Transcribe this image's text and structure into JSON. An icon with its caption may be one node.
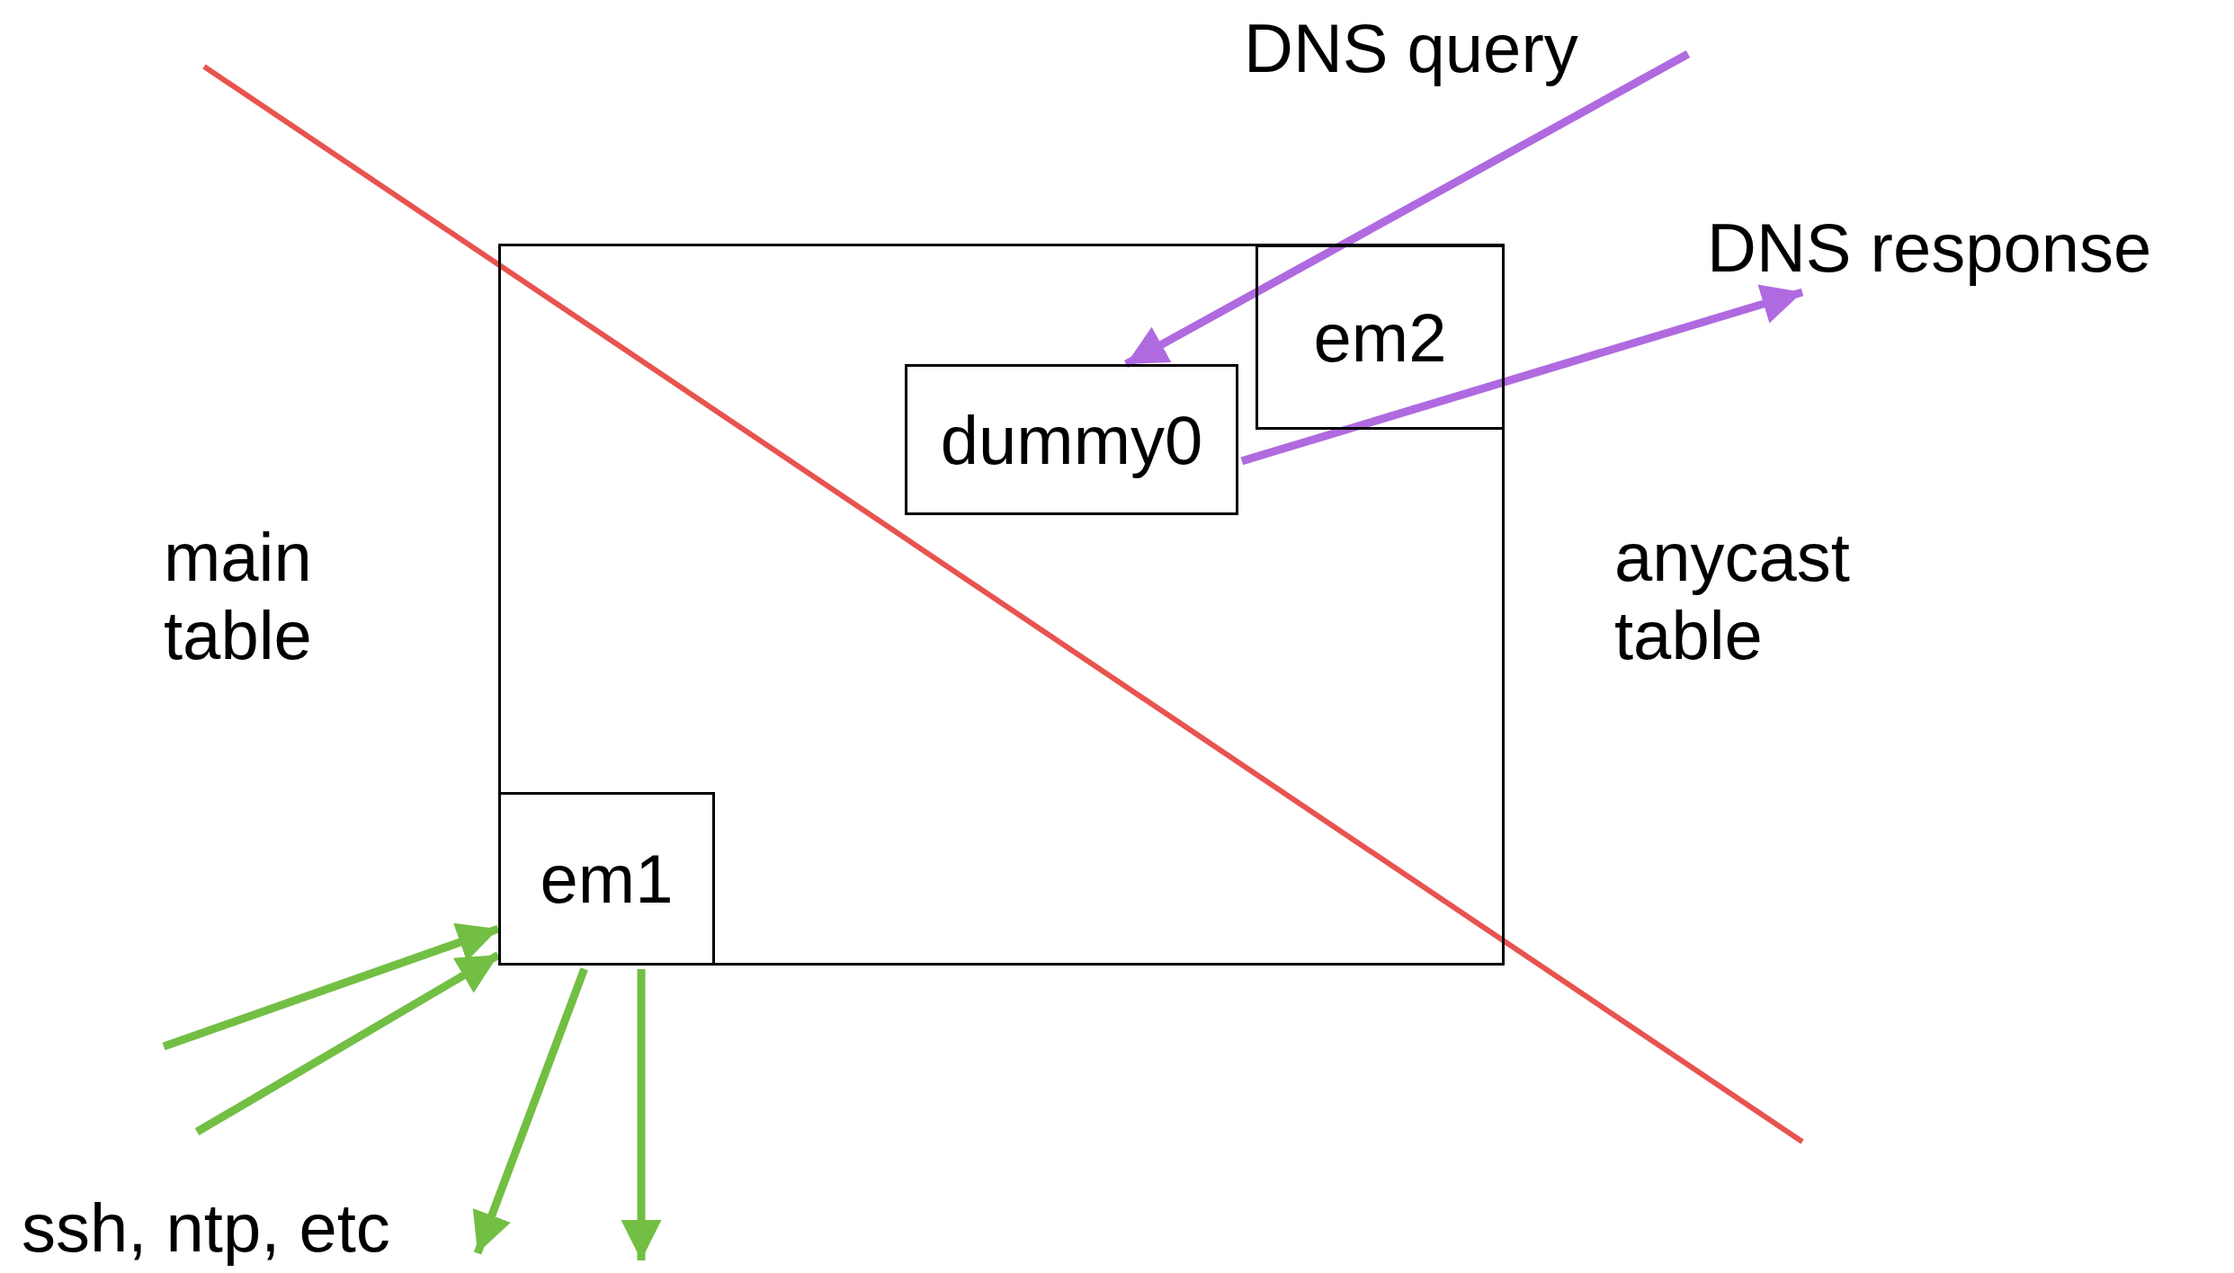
{
  "diagram": {
    "nodes": [
      {
        "text": [],
        "shape": "box"
      },
      {
        "text": [
          "dummy0"
        ],
        "in": 0
      },
      {
        "text": [
          "em2"
        ],
        "in": 0
      },
      {
        "text": [
          "em1"
        ],
        "in": 0
      }
    ],
    "edges": [
      {
        "from": null,
        "to": 1,
        "arrow": "to",
        "label": "DNS query",
        "color": "#b06ae0"
      },
      {
        "from": 1,
        "to": null,
        "arrow": "to",
        "label": "DNS response",
        "color": "#b06ae0"
      },
      {
        "from": null,
        "to": 3,
        "arrow": "to"
      },
      {
        "from": null,
        "to": 3,
        "arrow": "to"
      },
      {
        "from": 3,
        "to": null,
        "arrow": "to"
      },
      {
        "from": 3,
        "to": null,
        "arrow": "to"
      }
    ],
    "labels": [
      "main table",
      "anycast table",
      "ssh, ntp, etc"
    ]
  }
}
